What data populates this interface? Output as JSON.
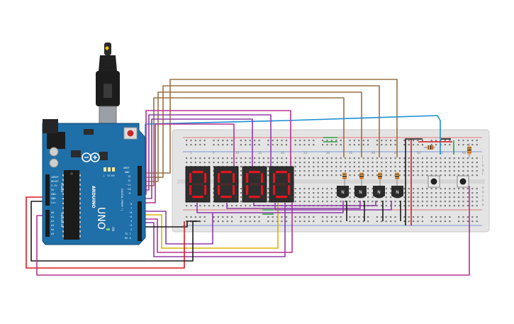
{
  "arduino": {
    "brand": "ARDUINO",
    "model": "UNO",
    "power_header": [
      "IOREF",
      "RESET",
      "3.3V",
      "5V",
      "GND",
      "GND",
      "Vin"
    ],
    "analog_header": [
      "A0",
      "A1",
      "A2",
      "A3",
      "A4",
      "A5"
    ],
    "digital_header": [
      "AREF",
      "GND",
      "13",
      "12",
      "~11",
      "~10",
      "~9",
      "8",
      "7",
      "~6",
      "~5",
      "4",
      "~3",
      "2",
      "TX 1",
      "RX 0"
    ],
    "digital_label": "DIGITAL (PWM ~)",
    "analog_label": "ANALOG IN",
    "power_label": "POWER",
    "led_labels": [
      "L",
      "TX",
      "RX"
    ],
    "on_label": "ON"
  },
  "breadboard": {
    "column_numbers": [
      "1",
      "5",
      "10",
      "15",
      "20",
      "25",
      "30",
      "35",
      "40",
      "45",
      "50",
      "55",
      "60"
    ],
    "row_letters_top": [
      "j",
      "i",
      "h",
      "g",
      "f"
    ],
    "row_letters_bottom": [
      "e",
      "d",
      "c",
      "b",
      "a"
    ]
  },
  "displays": {
    "digits": [
      "0",
      "0",
      "0",
      "0"
    ]
  },
  "transistors": {
    "labels": [
      "N",
      "N",
      "N",
      "N"
    ]
  },
  "colors": {
    "board": "#1f6fa8",
    "breadboard": "#e6e6e6",
    "segment": "#e0161f",
    "display_body": "#2e2e2e",
    "wire_brown": "#9a7146",
    "wire_purple": "#8e3aa8",
    "wire_magenta": "#b8308f",
    "wire_yellow": "#d9b300",
    "wire_red": "#d8181c",
    "wire_black": "#1a1a1a",
    "wire_blue": "#1a8fd0",
    "wire_green": "#2ea043"
  }
}
